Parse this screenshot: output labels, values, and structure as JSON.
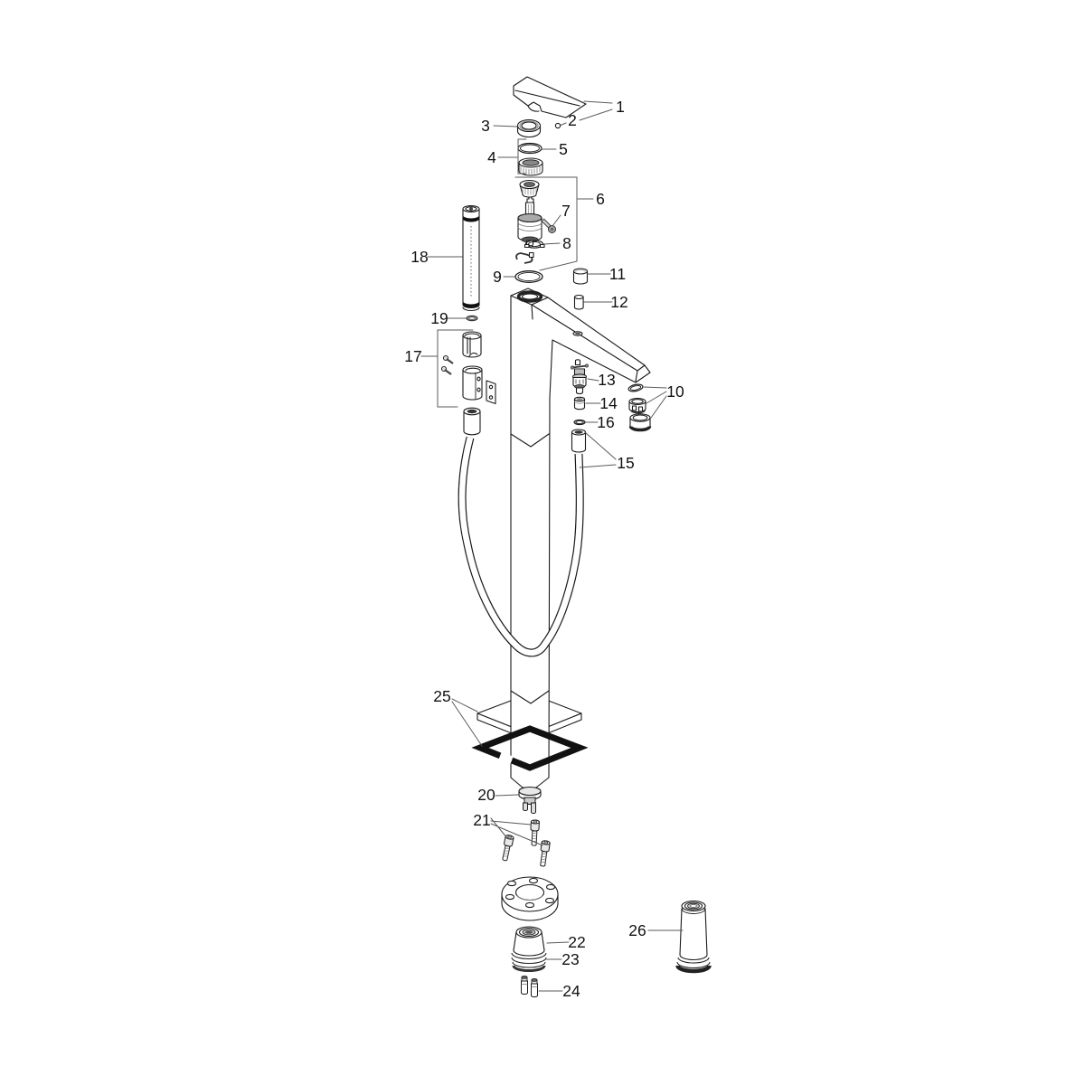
{
  "diagram": {
    "kind": "exploded-parts-diagram",
    "callout_count": 26,
    "callouts": [
      {
        "text": "1"
      },
      {
        "text": "2"
      },
      {
        "text": "3"
      },
      {
        "text": "4"
      },
      {
        "text": "5"
      },
      {
        "text": "6"
      },
      {
        "text": "7"
      },
      {
        "text": "8"
      },
      {
        "text": "9"
      },
      {
        "text": "10"
      },
      {
        "text": "11"
      },
      {
        "text": "12"
      },
      {
        "text": "13"
      },
      {
        "text": "14"
      },
      {
        "text": "15"
      },
      {
        "text": "16"
      },
      {
        "text": "17"
      },
      {
        "text": "18"
      },
      {
        "text": "19"
      },
      {
        "text": "20"
      },
      {
        "text": "21"
      },
      {
        "text": "22"
      },
      {
        "text": "23"
      },
      {
        "text": "24"
      },
      {
        "text": "25"
      },
      {
        "text": "26"
      }
    ]
  },
  "colors": {
    "background": "#ffffff",
    "line_art": "#1a1a1a",
    "leader_lines": "#5a5a5a",
    "label_text": "#111111",
    "seal_ring": "#111111"
  }
}
